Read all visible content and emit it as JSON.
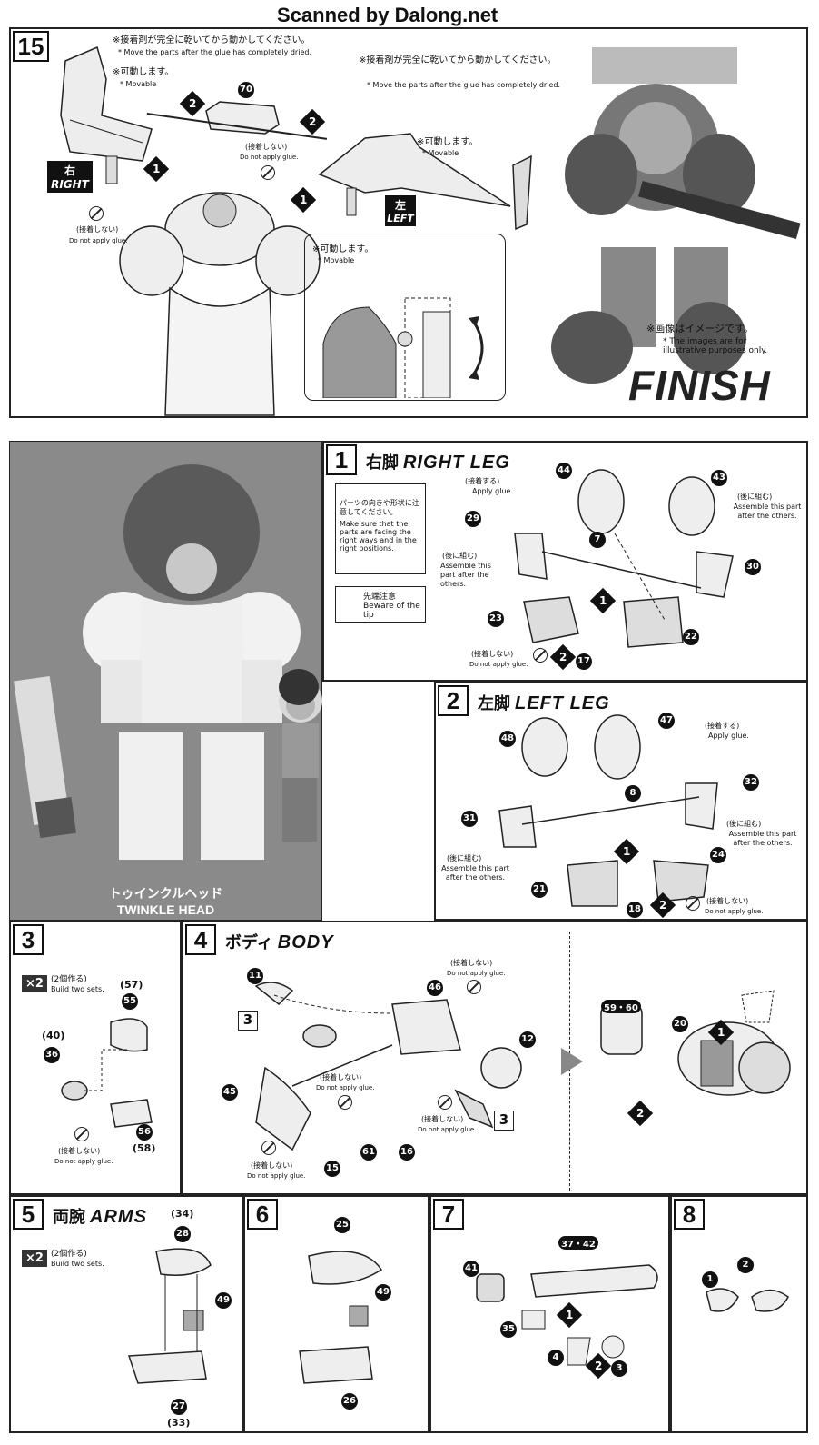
{
  "header": {
    "scanner": "Scanned by Dalong.net"
  },
  "step15": {
    "number": "15",
    "note_glue_jp": "※接着剤が完全に乾いてから動かしてください。",
    "note_glue_en": "* Move the parts after the glue has completely dried.",
    "movable_jp": "※可動します。",
    "movable_en": "* Movable",
    "note_glue2_jp": "※接着剤が完全に乾いてから動かしてください。",
    "note_glue2_en": "* Move the parts after the glue has completely dried.",
    "movable2_jp": "※可動します。",
    "movable2_en": "* Movable",
    "noglue_jp": "(接着しない)",
    "noglue_en": "Do not apply glue.",
    "noglue2_jp": "(接着しない)",
    "noglue2_en": "Do not apply glue.",
    "right_jp": "右",
    "right_en": "RIGHT",
    "left_jp": "左",
    "left_en": "LEFT",
    "inset_movable_jp": "※可動します。",
    "inset_movable_en": "* Movable",
    "part_70": "70",
    "arrow_1a": "1",
    "arrow_1b": "1",
    "arrow_2a": "2",
    "arrow_2b": "2",
    "image_note_jp": "※画像はイメージです。",
    "image_note_en": "* The images are for illustrative purposes only.",
    "finish": "FINISH"
  },
  "photo": {
    "caption_jp": "トゥインクルヘッド",
    "caption_en": "TWINKLE HEAD"
  },
  "step1": {
    "number": "1",
    "title_jp": "右脚",
    "title_en": "RIGHT LEG",
    "apply_glue_jp": "(接着する)",
    "apply_glue_en": "Apply glue.",
    "hint_jp": "パーツの向きや形状に注意してください。",
    "hint_en": "Make sure that the parts are facing the right ways and in the right positions.",
    "tip_jp": "先端注意",
    "tip_en": "Beware of the tip",
    "later_jp": "(後に組む)",
    "later_en": "Assemble this part after the others.",
    "later2_jp": "(後に組む)",
    "later2_en": "Assemble this part after the others.",
    "noglue_jp": "(接着しない)",
    "noglue_en": "Do not apply glue.",
    "parts": [
      "44",
      "43",
      "29",
      "7",
      "30",
      "23",
      "22",
      "17"
    ],
    "arrow_1": "1",
    "arrow_2": "2"
  },
  "step2": {
    "number": "2",
    "title_jp": "左脚",
    "title_en": "LEFT LEG",
    "apply_glue_jp": "(接着する)",
    "apply_glue_en": "Apply glue.",
    "later_jp": "(後に組む)",
    "later_en": "Assemble this part after the others.",
    "later2_jp": "(後に組む)",
    "later2_en": "Assemble this part after the others.",
    "noglue_jp": "(接着しない)",
    "noglue_en": "Do not apply glue.",
    "parts": [
      "48",
      "47",
      "8",
      "32",
      "31",
      "24",
      "21",
      "18"
    ],
    "arrow_1": "1",
    "arrow_2": "2"
  },
  "step3": {
    "number": "3",
    "x2": "×2",
    "x2_jp": "(2個作る)",
    "x2_en": "Build two sets.",
    "parts": [
      "(57)",
      "55",
      "(40)",
      "36",
      "56",
      "(58)"
    ],
    "noglue_jp": "(接着しない)",
    "noglue_en": "Do not apply glue."
  },
  "step4": {
    "number": "4",
    "title_jp": "ボディ",
    "title_en": "BODY",
    "parts": [
      "11",
      "46",
      "12",
      "45",
      "15",
      "61",
      "16",
      "59・60",
      "20"
    ],
    "ref3a": "3",
    "ref3b": "3",
    "noglue_jp": "(接着しない)",
    "noglue_en": "Do not apply glue.",
    "arrow_1": "1",
    "arrow_2": "2"
  },
  "step5": {
    "number": "5",
    "title_jp": "両腕",
    "title_en": "ARMS",
    "x2": "×2",
    "x2_jp": "(2個作る)",
    "x2_en": "Build two sets.",
    "parts": [
      "(34)",
      "28",
      "49",
      "27",
      "(33)"
    ]
  },
  "step6": {
    "number": "6",
    "parts": [
      "25",
      "49",
      "26"
    ]
  },
  "step7": {
    "number": "7",
    "parts": [
      "37・42",
      "41",
      "35",
      "4",
      "3"
    ],
    "arrow_1": "1",
    "arrow_2": "2"
  },
  "step8": {
    "number": "8",
    "parts": [
      "1",
      "2"
    ]
  }
}
